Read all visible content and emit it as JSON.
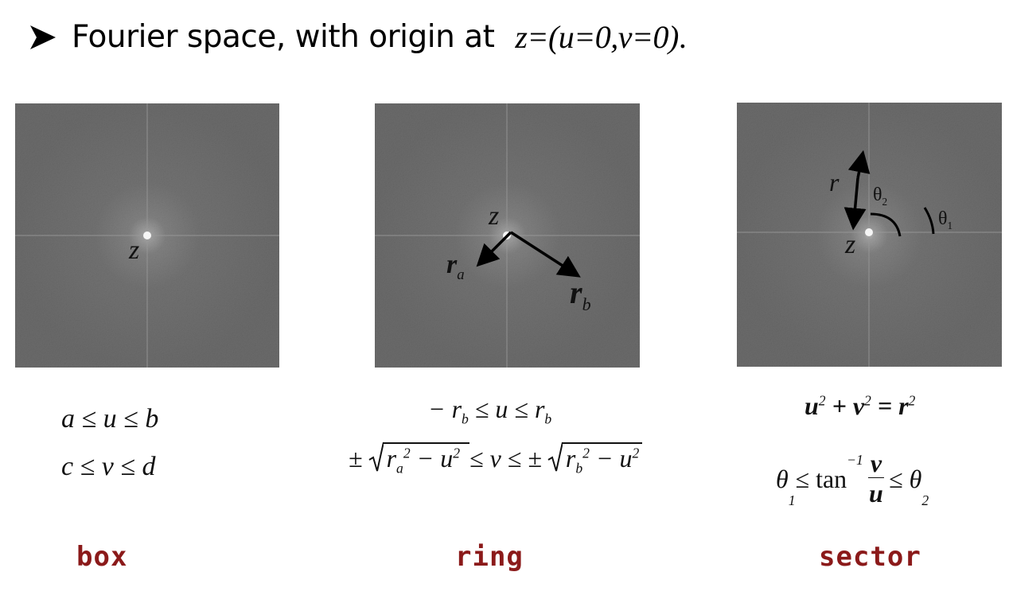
{
  "title": {
    "text": "Fourier space, with origin at",
    "equation": "z=(u=0,v=0)",
    "period": "."
  },
  "panels": [
    {
      "id": "box",
      "labels": {
        "z": "z"
      },
      "formula_lines": [
        "a ≤ u ≤ b",
        "c ≤ v ≤ d"
      ],
      "caption": "box"
    },
    {
      "id": "ring",
      "labels": {
        "z": "z",
        "ra_main": "r",
        "ra_sub": "a",
        "rb_main": "r",
        "rb_sub": "b"
      },
      "formula_line1": {
        "pre": "− r",
        "sub1": "b",
        "mid": " ≤ u ≤ r",
        "sub2": "b"
      },
      "formula_line2": {
        "pm1": "±",
        "r1": "r",
        "r1_sub": "a",
        "sq": "2",
        "minus_u": " − u",
        "sq2": "2",
        "mid": " ≤ v ≤ ",
        "pm2": "±",
        "r2": "r",
        "r2_sub": "b",
        "sq3": "2",
        "minus_u2": " − u",
        "sq4": "2"
      },
      "caption": "ring"
    },
    {
      "id": "sector",
      "labels": {
        "r": "r",
        "z": "z",
        "theta2": "θ",
        "theta2_sub": "2",
        "theta1": "θ",
        "theta1_sub": "1"
      },
      "formula_line1": {
        "u": "u",
        "p1": "2",
        "plus_v": " + v",
        "p2": "2",
        "eq_r": " = r",
        "p3": "2"
      },
      "formula_line2": {
        "theta": "θ",
        "sub1": "1",
        "leq_tan": " ≤ tan",
        "inv": "−1",
        "num": "v",
        "den": "u",
        "leq": " ≤ θ",
        "sub2": "2"
      },
      "caption": "sector"
    }
  ],
  "colors": {
    "caption": "#8b1a1a",
    "spectrum_bg": "#4a4a4a",
    "text": "#000000"
  }
}
